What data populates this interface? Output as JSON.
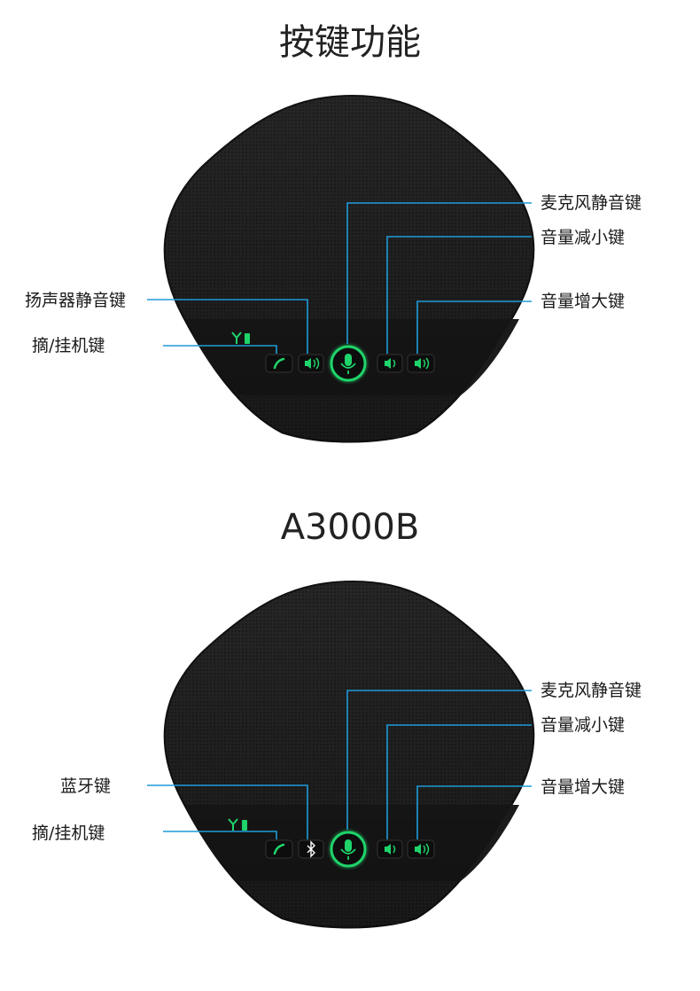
{
  "page_title": "按键功能",
  "model_title": "A3000B",
  "device1": {
    "labels": {
      "mic_mute": "麦克风静音键",
      "vol_down": "音量减小键",
      "vol_up": "音量增大键",
      "speaker_mute": "扬声器静音键",
      "hook": "摘/挂机键"
    }
  },
  "device2": {
    "labels": {
      "mic_mute": "麦克风静音键",
      "vol_down": "音量减小键",
      "vol_up": "音量增大键",
      "bluetooth": "蓝牙键",
      "hook": "摘/挂机键"
    }
  },
  "colors": {
    "callout_line": "#1e9bd7",
    "device_body": "#1f1f1f",
    "button_glow": "#1fd46a"
  }
}
